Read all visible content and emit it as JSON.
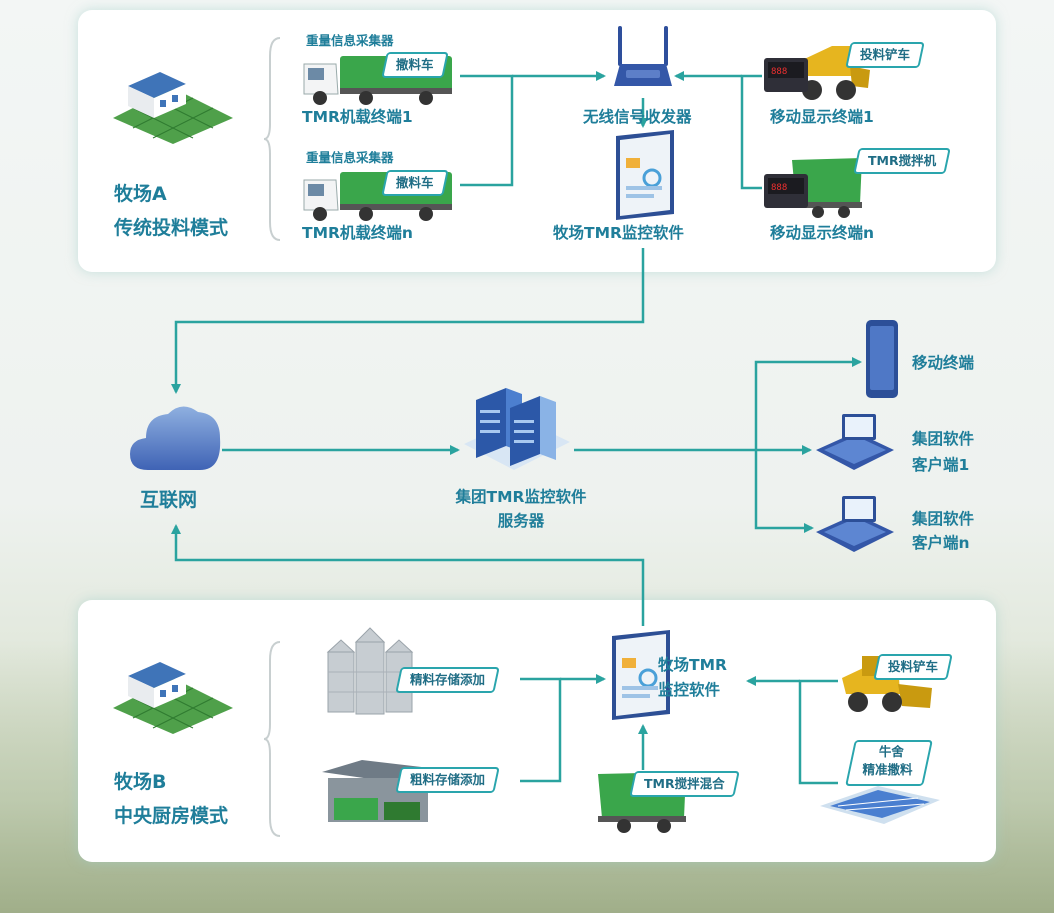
{
  "colors": {
    "line": "#2aa39f",
    "text": "#1f7e9a",
    "tag_border": "#2aa5ad"
  },
  "farm_a": {
    "title_line1": "牧场A",
    "title_line2": "传统投料模式",
    "trucks": [
      {
        "collector": "重量信息采集器",
        "tag": "撒料车",
        "label": "TMR机载终端1"
      },
      {
        "collector": "重量信息采集器",
        "tag": "撒料车",
        "label": "TMR机载终端n"
      }
    ],
    "transceiver": "无线信号收发器",
    "software": "牧场TMR监控软件",
    "mobile_displays": [
      {
        "tag": "投料铲车",
        "label": "移动显示终端1"
      },
      {
        "tag": "TMR搅拌机",
        "label": "移动显示终端n"
      }
    ]
  },
  "center": {
    "internet": "互联网",
    "server_line1": "集团TMR监控软件",
    "server_line2": "服务器",
    "clients": [
      {
        "line1": "移动终端",
        "line2": ""
      },
      {
        "line1": "集团软件",
        "line2": "客户端1"
      },
      {
        "line1": "集团软件",
        "line2": "客户端n"
      }
    ]
  },
  "farm_b": {
    "title_line1": "牧场B",
    "title_line2": "中央厨房模式",
    "storage": [
      "精料存储添加",
      "粗料存储添加"
    ],
    "software_line1": "牧场TMR",
    "software_line2": "监控软件",
    "mixer": "TMR搅拌混合",
    "loader": "投料铲车",
    "barn_line1": "牛舍",
    "barn_line2": "精准撒料"
  }
}
